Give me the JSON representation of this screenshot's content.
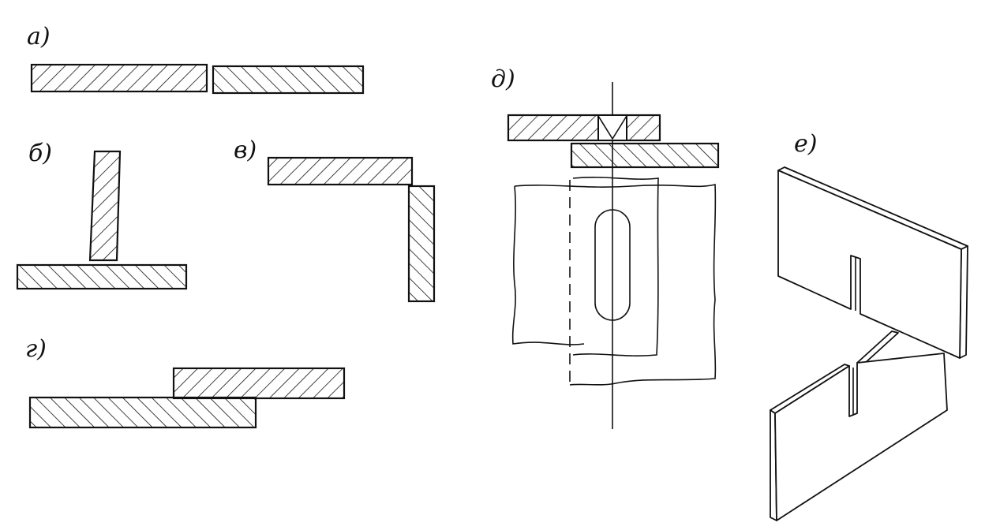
{
  "labels": {
    "a": "а)",
    "b": "б)",
    "v": "в)",
    "g": "г)",
    "d": "д)",
    "e": "е)"
  }
}
